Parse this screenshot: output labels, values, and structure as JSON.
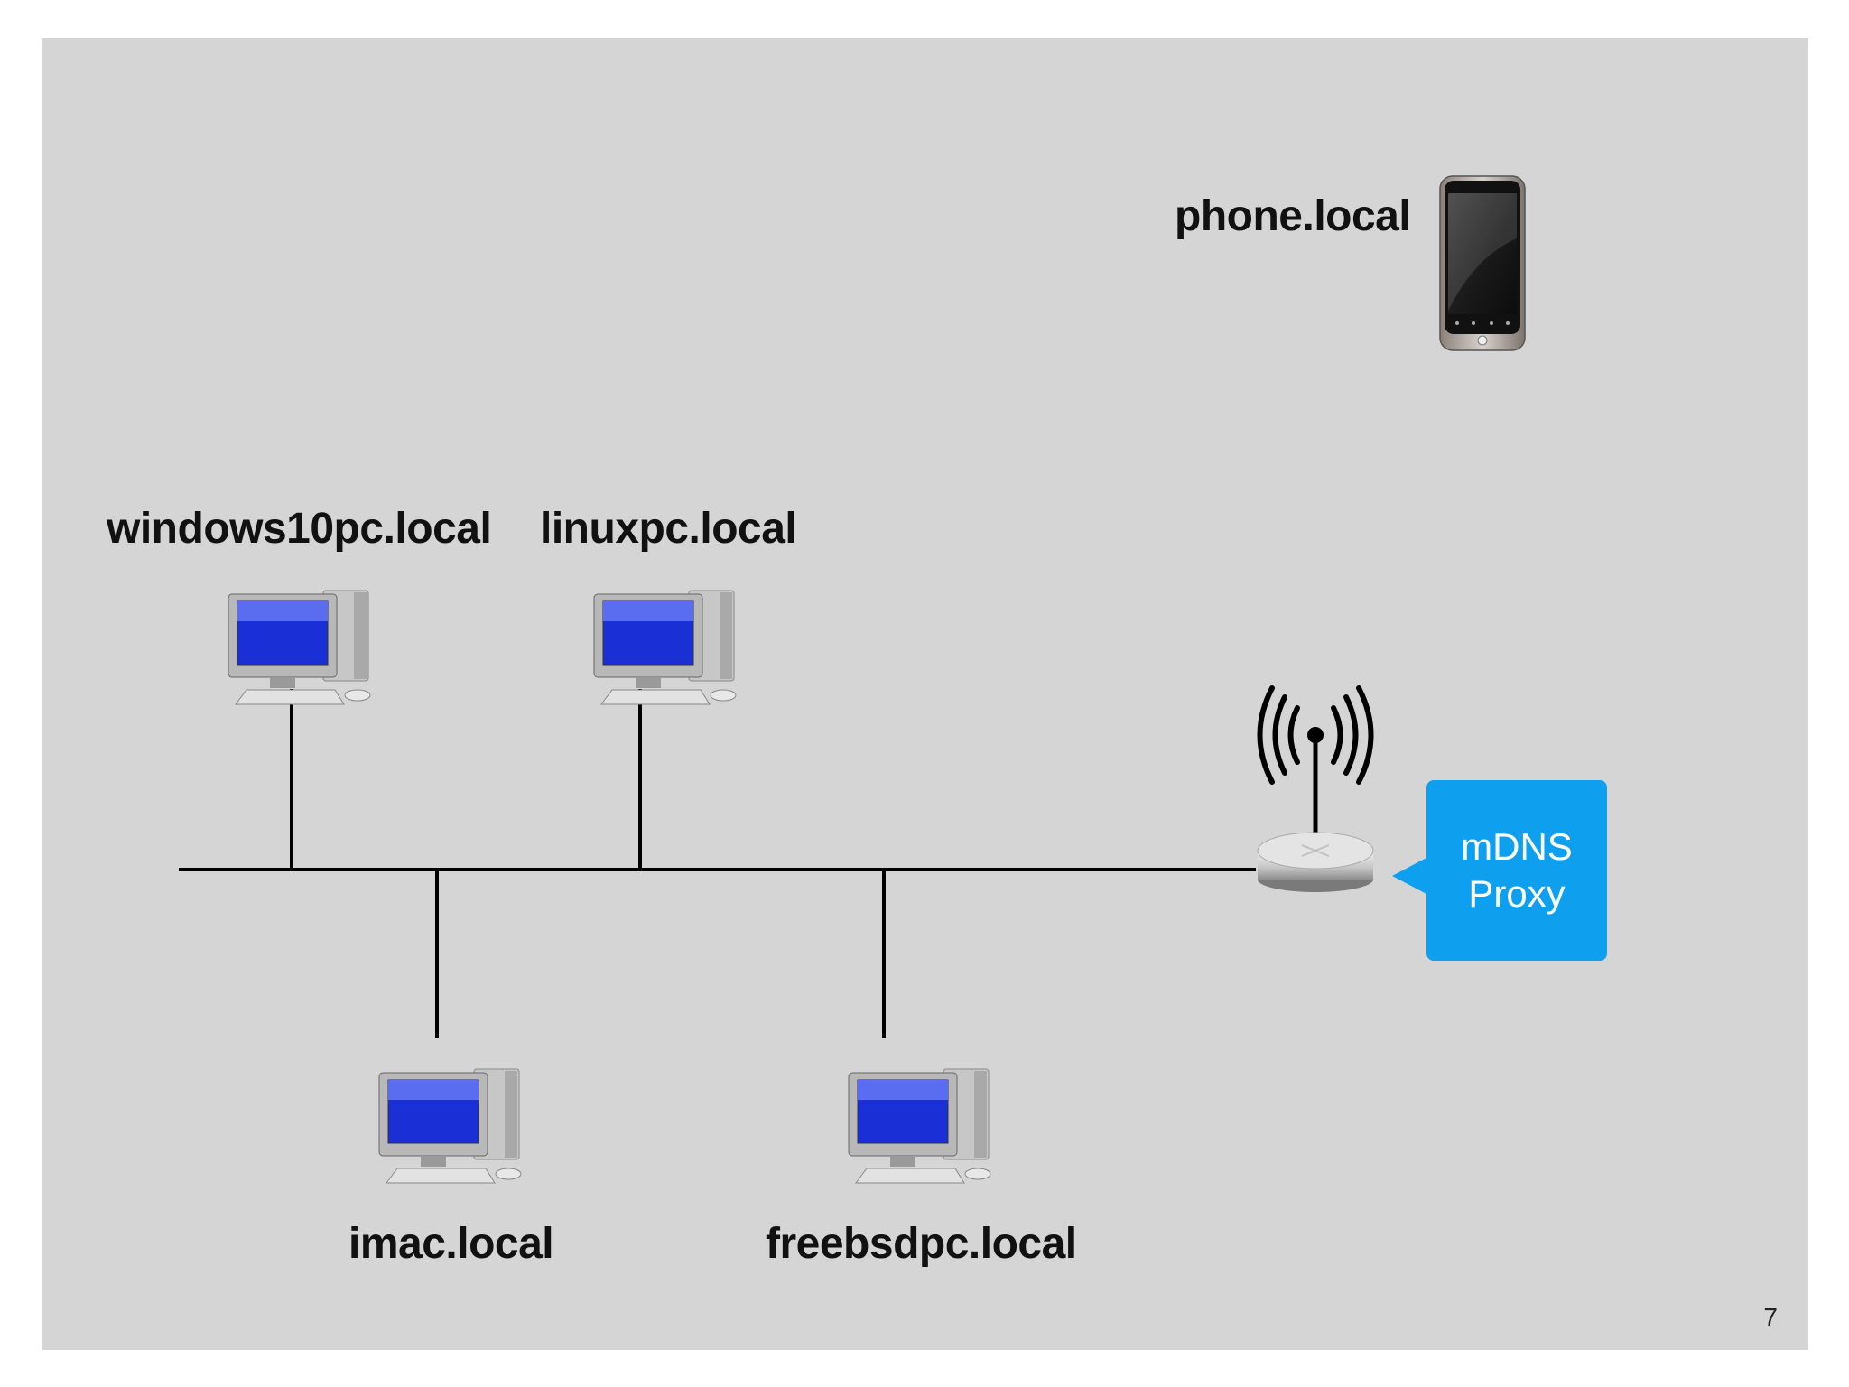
{
  "hosts": {
    "phone": {
      "label": "phone.local"
    },
    "windows": {
      "label": "windows10pc.local"
    },
    "linux": {
      "label": "linuxpc.local"
    },
    "imac": {
      "label": "imac.local"
    },
    "freebsd": {
      "label": "freebsdpc.local"
    }
  },
  "router": {
    "icon": "wireless-router-icon"
  },
  "proxy_callout": {
    "line1": "mDNS",
    "line2": "Proxy",
    "color": "#0ea0ee"
  },
  "page_number": "7",
  "colors": {
    "background": "#d5d5d5",
    "screen": "#1a2fd0",
    "wire": "#000000"
  }
}
